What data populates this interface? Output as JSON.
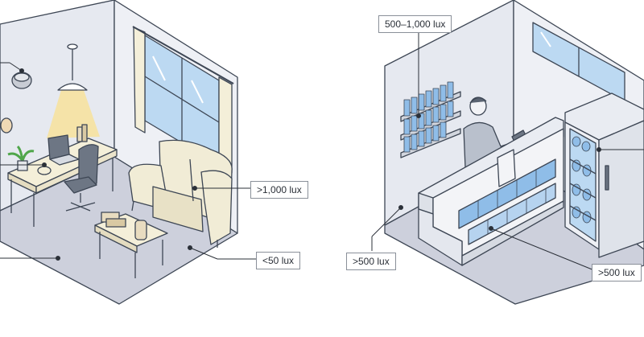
{
  "labels": {
    "armchair": ">1,000 lux",
    "floor_left": "<50 lux",
    "shelf_top": "500–1,000 lux",
    "floor_right": ">500 lux",
    "counter_front": ">500 lux"
  },
  "colors": {
    "wall": "#e6e9f0",
    "wall_light": "#eef0f5",
    "floor": "#cdd0dc",
    "outline": "#3d4654",
    "window_glass": "#bcd9f2",
    "sofa": "#f1ecd6",
    "lamp_light": "#f6e2a0",
    "product_blue": "#8fbde8"
  }
}
